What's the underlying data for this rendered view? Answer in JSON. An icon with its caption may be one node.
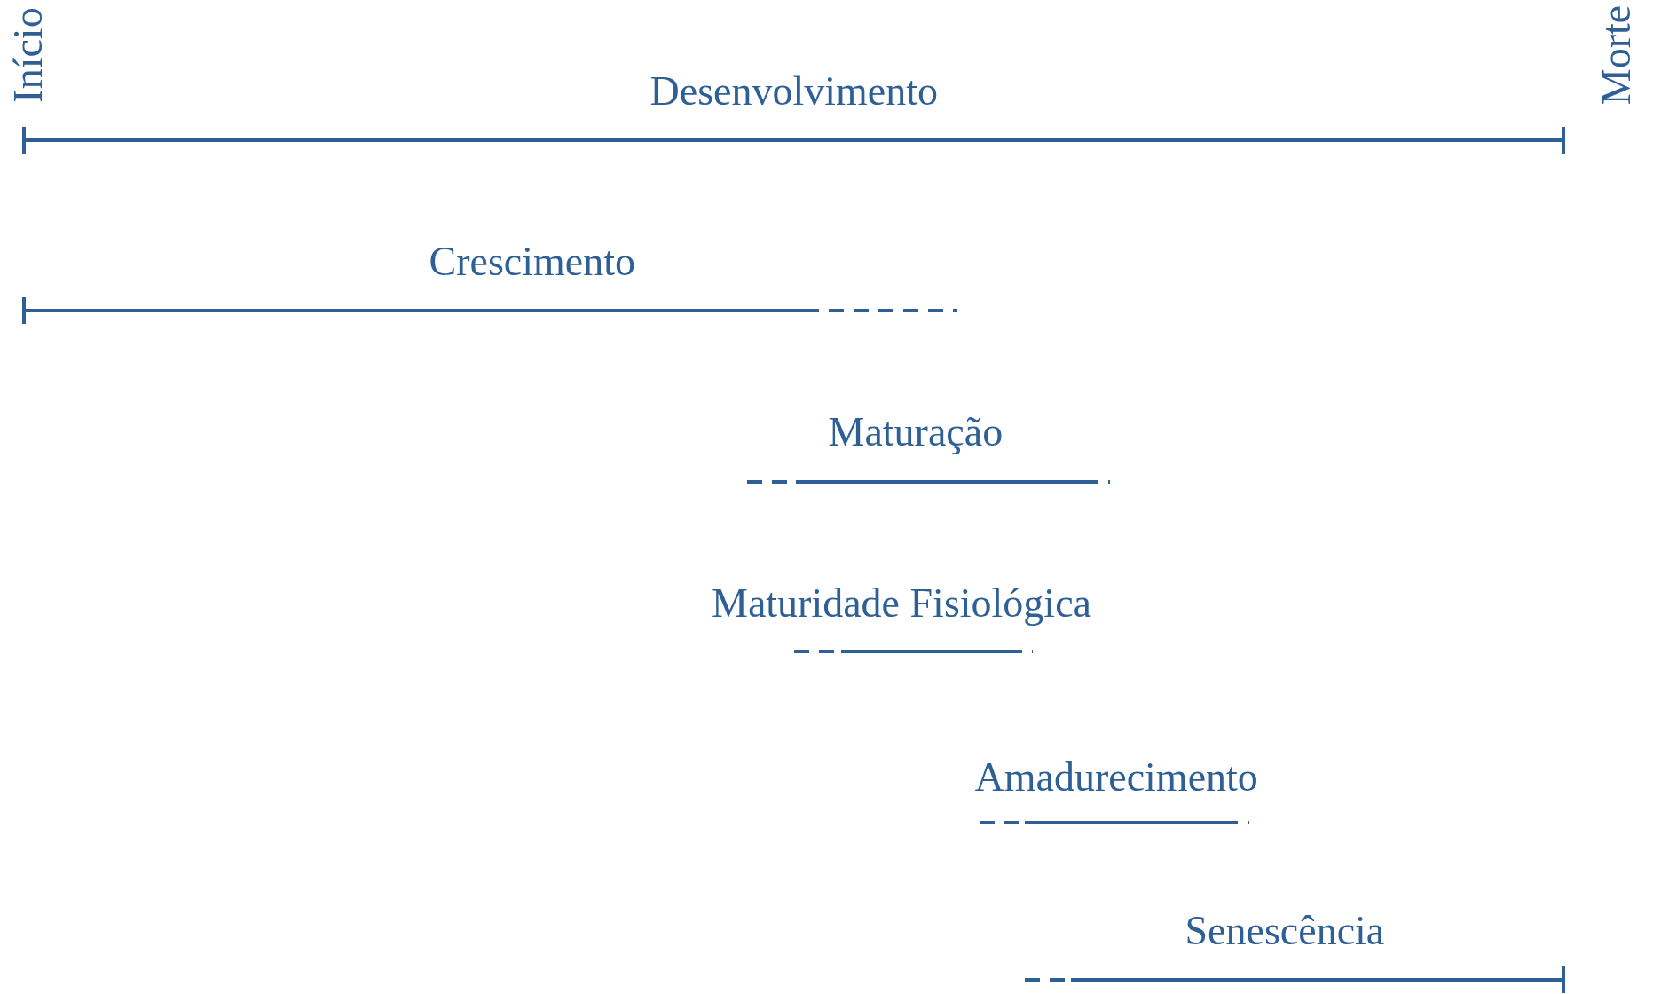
{
  "diagram": {
    "labels": [
      "Início",
      "Morte",
      "Desenvolvimento",
      "Crescimento",
      "Maturação",
      "Maturidade Fisiológica",
      "Amadurecimento",
      "Senescência"
    ]
  }
}
